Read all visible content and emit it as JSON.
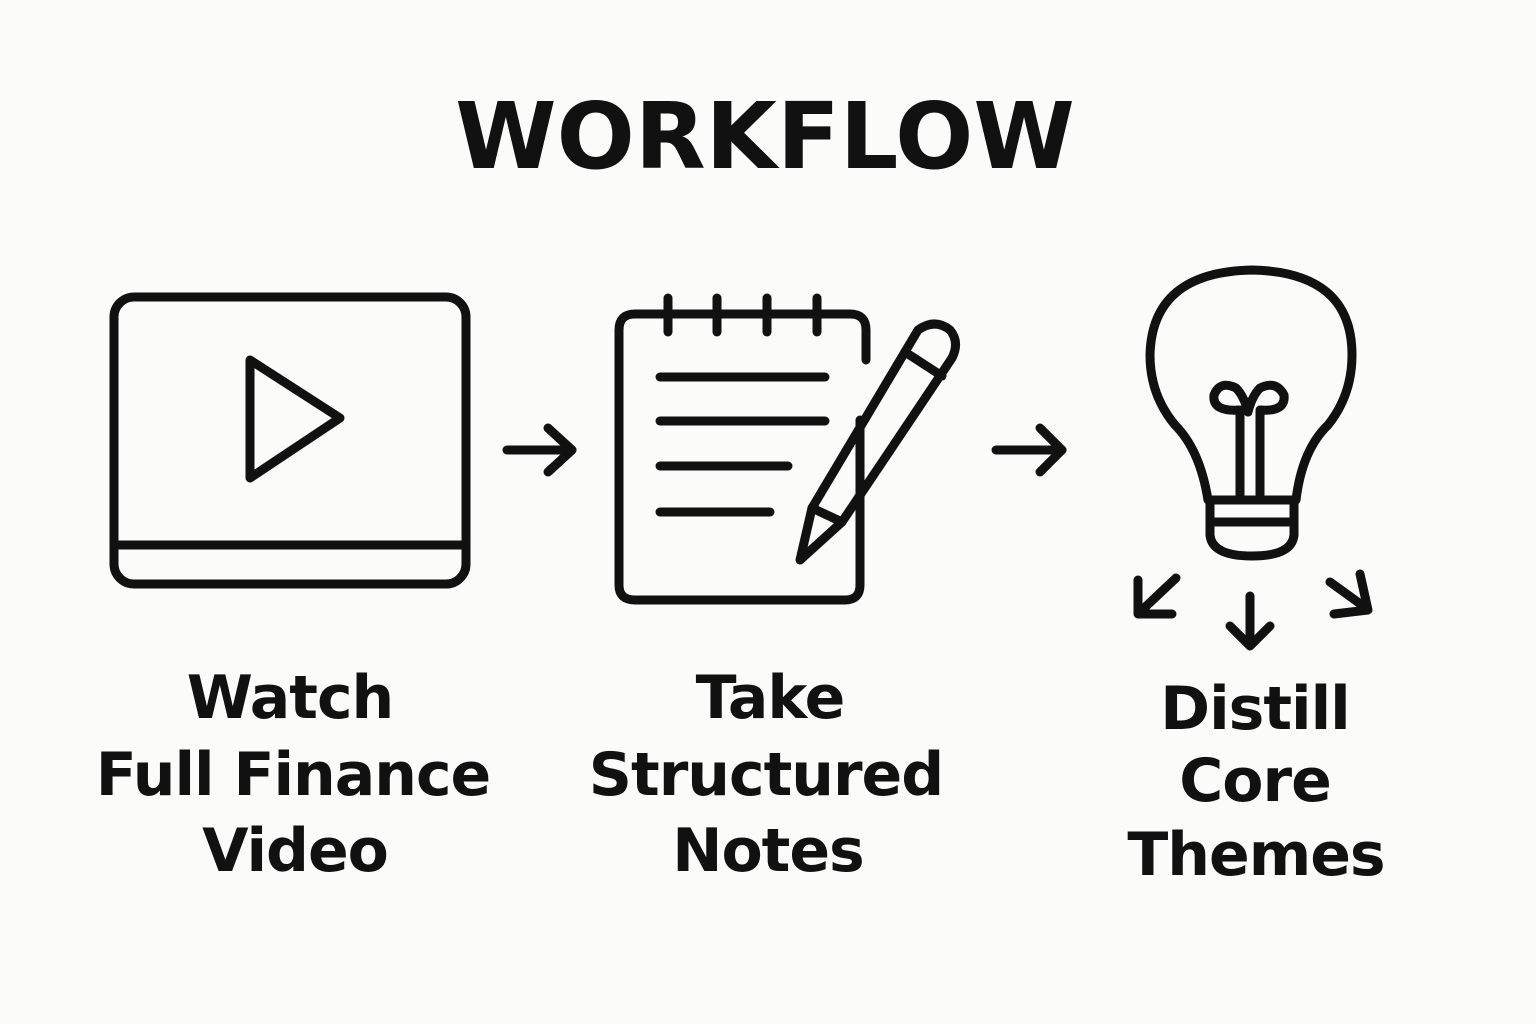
{
  "title": "WORKFLOW",
  "steps": [
    {
      "icon": "video-player-icon",
      "lines": [
        "Watch",
        "Full Finance",
        "Video"
      ]
    },
    {
      "icon": "notepad-pencil-icon",
      "lines": [
        "Take",
        "Structured",
        "Notes"
      ]
    },
    {
      "icon": "lightbulb-icon",
      "lines": [
        "Distill",
        "Core",
        "Themes"
      ]
    }
  ],
  "colors": {
    "background": "#fbfbf9",
    "ink": "#111111"
  }
}
